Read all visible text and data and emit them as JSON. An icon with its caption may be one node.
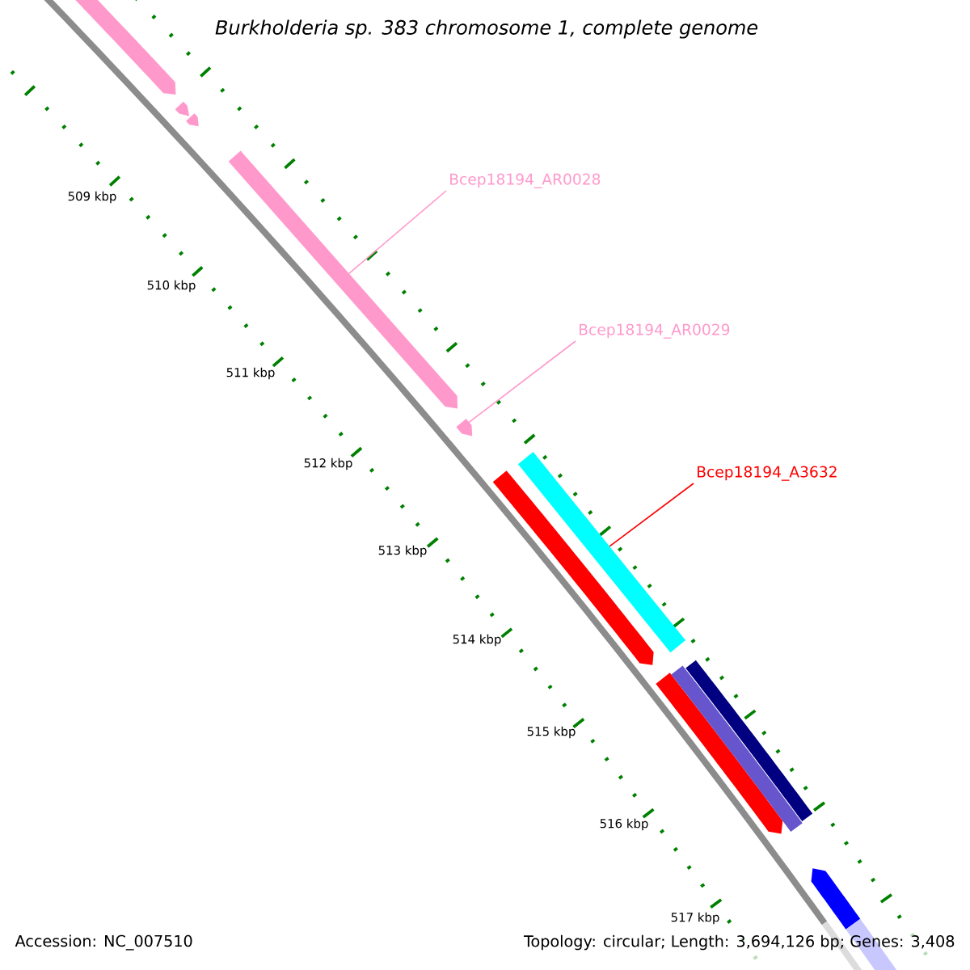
{
  "diagram": {
    "title": "Burkholderia sp. 383 chromosome 1, complete genome",
    "nodes": [
      {
        "text": [
          "Bcep18194_AR0028"
        ]
      },
      {
        "text": [],
        "shape": "bar"
      },
      {
        "text": [
          "Bcep18194_AR0029"
        ]
      },
      {
        "text": [],
        "shape": "bar"
      },
      {
        "text": [
          "Bcep18194_A3632"
        ]
      },
      {
        "text": [],
        "shape": "bar"
      }
    ],
    "edges": [
      {
        "from": 0,
        "to": 1,
        "arrow": "none"
      },
      {
        "from": 2,
        "to": 3,
        "arrow": "none"
      },
      {
        "from": 4,
        "to": 5,
        "arrow": "none",
        "color": "#ff0000"
      }
    ],
    "labels": [
      "509 kbp",
      "510 kbp",
      "511 kbp",
      "512 kbp",
      "513 kbp",
      "514 kbp",
      "515 kbp",
      "516 kbp",
      "517 kbp",
      "Accession: NC_007510",
      "Topology: circular; Length: 3,694,126 bp; Genes: 3,408"
    ]
  }
}
